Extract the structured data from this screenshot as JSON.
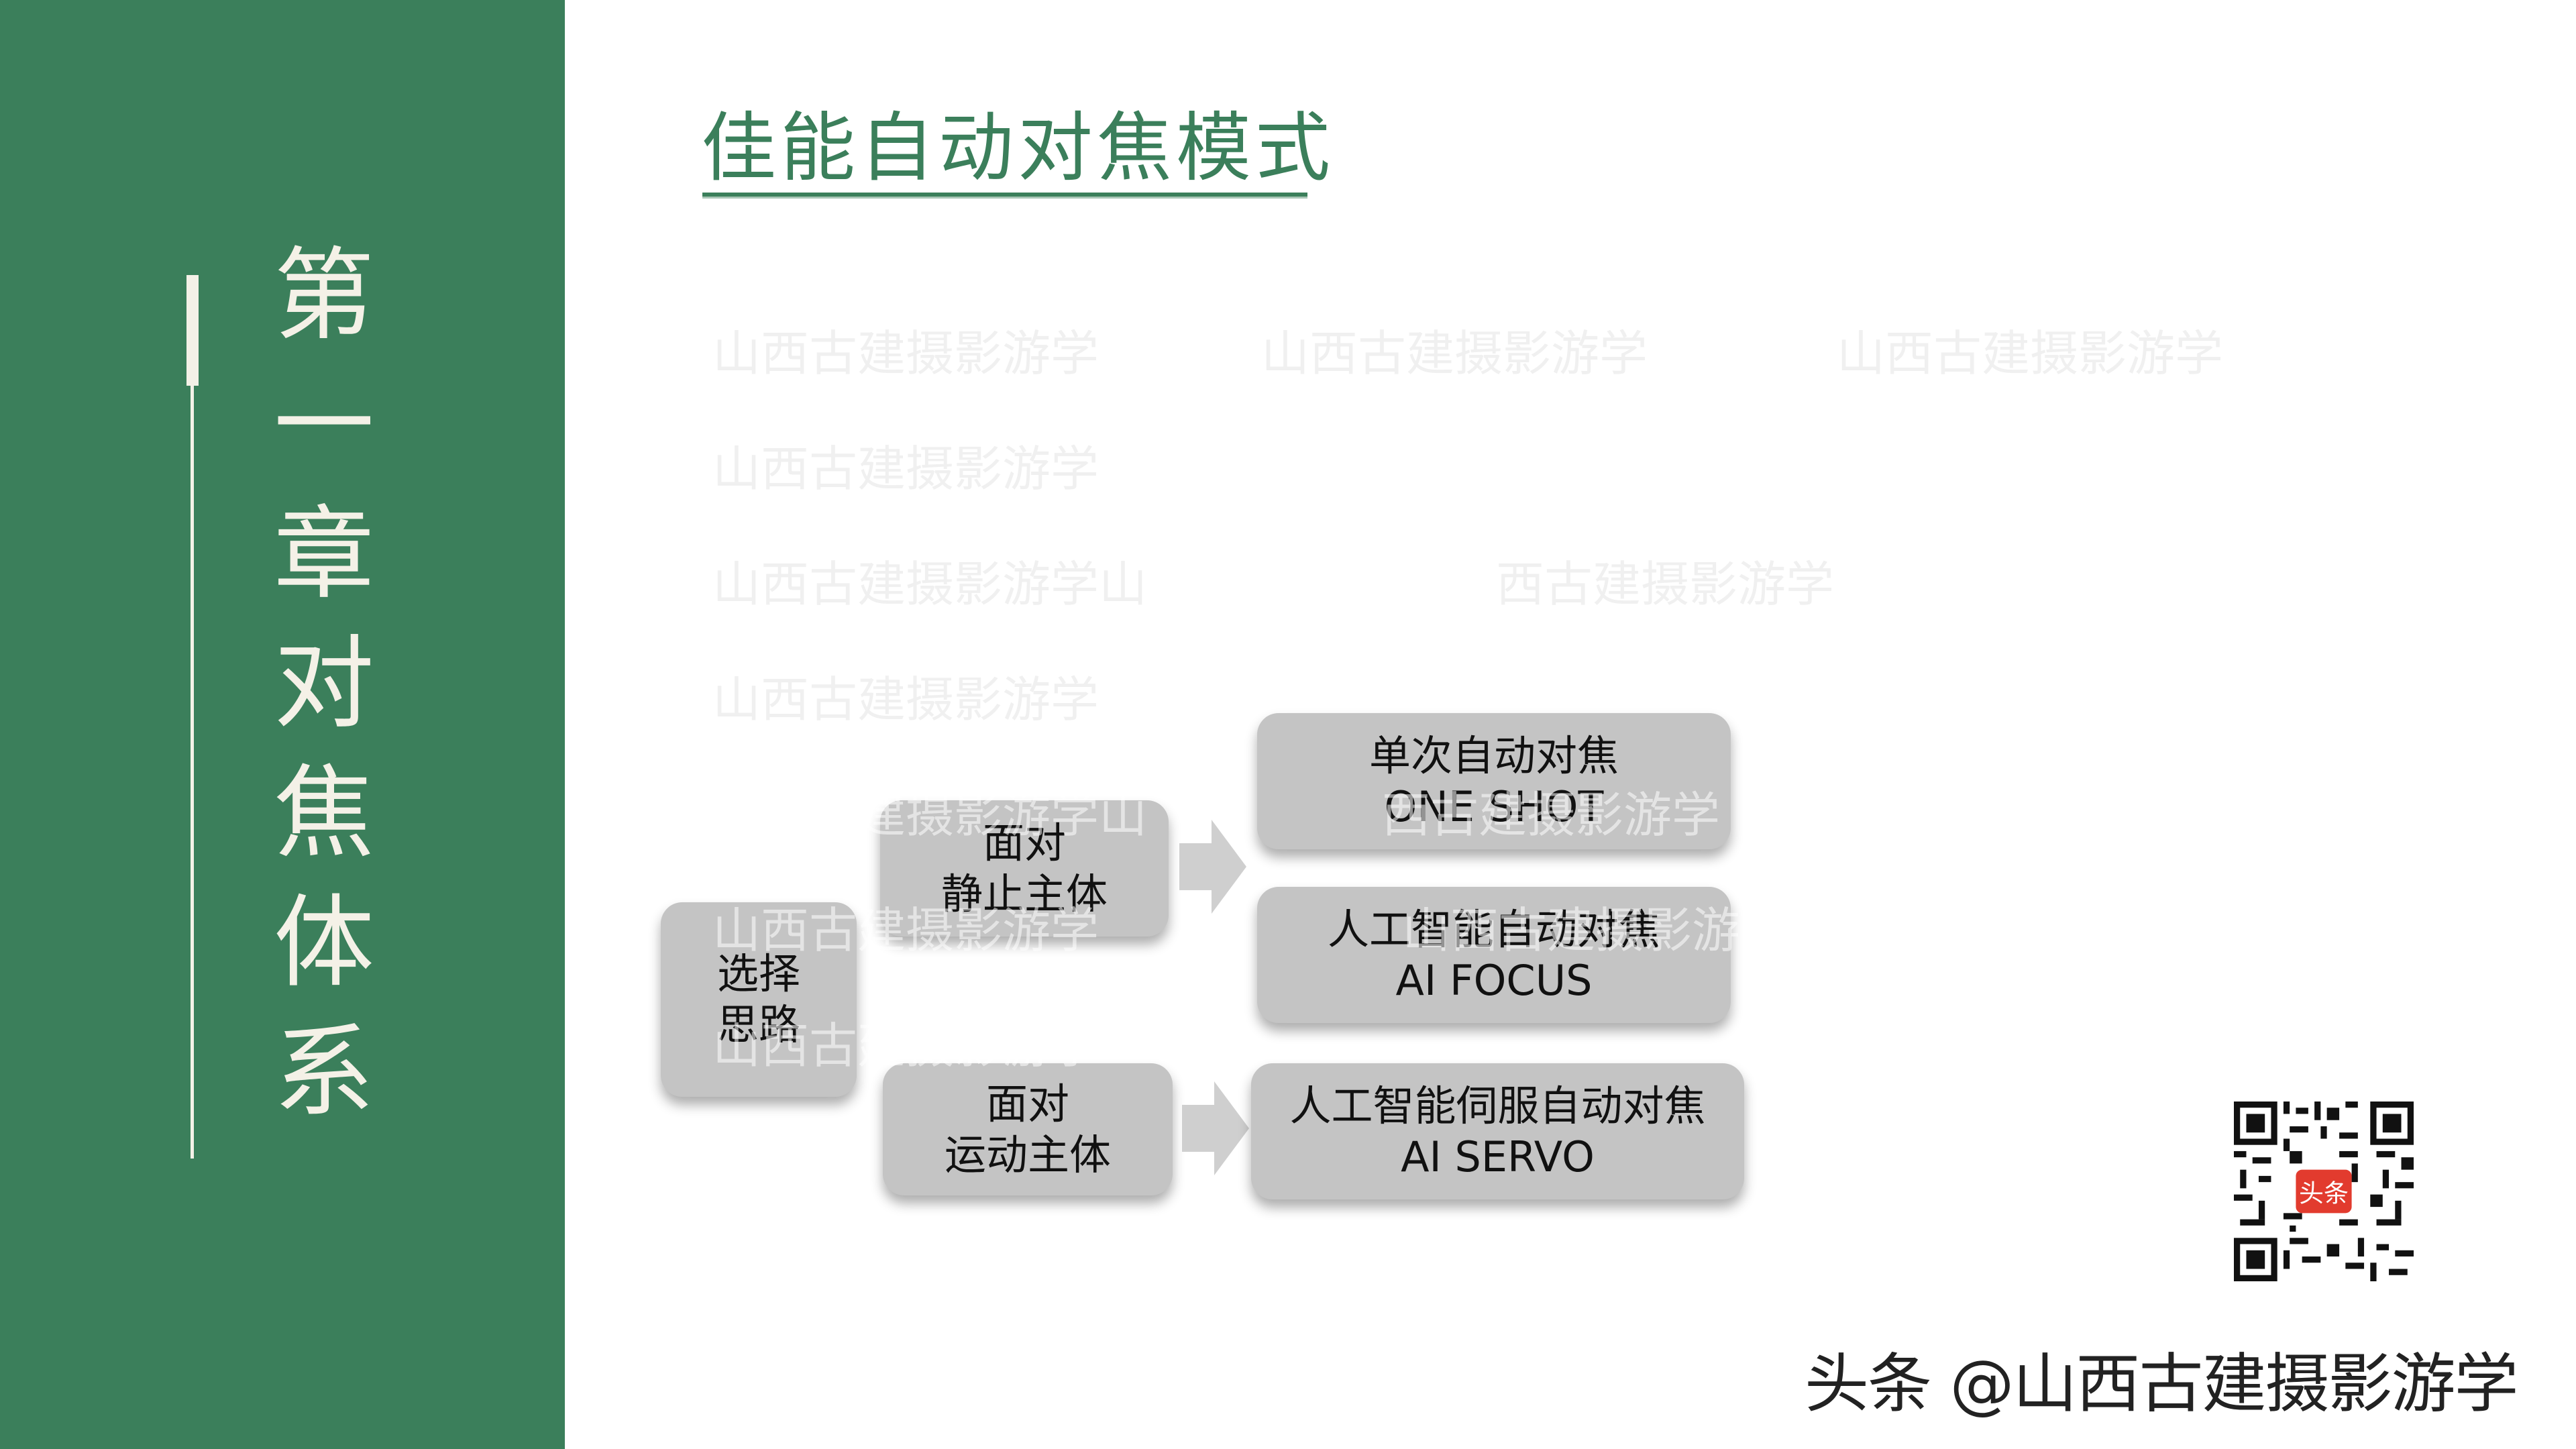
{
  "sidebar": {
    "chapter_chars": [
      "第",
      "一",
      "章",
      "对",
      "焦",
      "体",
      "系"
    ]
  },
  "slide": {
    "title": "佳能自动对焦模式"
  },
  "watermark": {
    "text": "山西古建摄影游学",
    "text_variant_suffix": "山西古建摄影游学山",
    "text_variant_prefix": "西古建摄影游学"
  },
  "diagram": {
    "root": {
      "line1": "选择",
      "line2": "思路"
    },
    "still": {
      "line1": "面对",
      "line2": "静止主体"
    },
    "moving": {
      "line1": "面对",
      "line2": "运动主体"
    },
    "one_shot": {
      "line1": "单次自动对焦",
      "line2": "ONE SHOT"
    },
    "ai_focus": {
      "line1": "人工智能自动对焦",
      "line2": "AI FOCUS"
    },
    "ai_servo": {
      "line1": "人工智能伺服自动对焦",
      "line2": "AI SERVO"
    }
  },
  "qr": {
    "badge": "头条"
  },
  "footer": {
    "text": "头条 @山西古建摄影游学"
  }
}
